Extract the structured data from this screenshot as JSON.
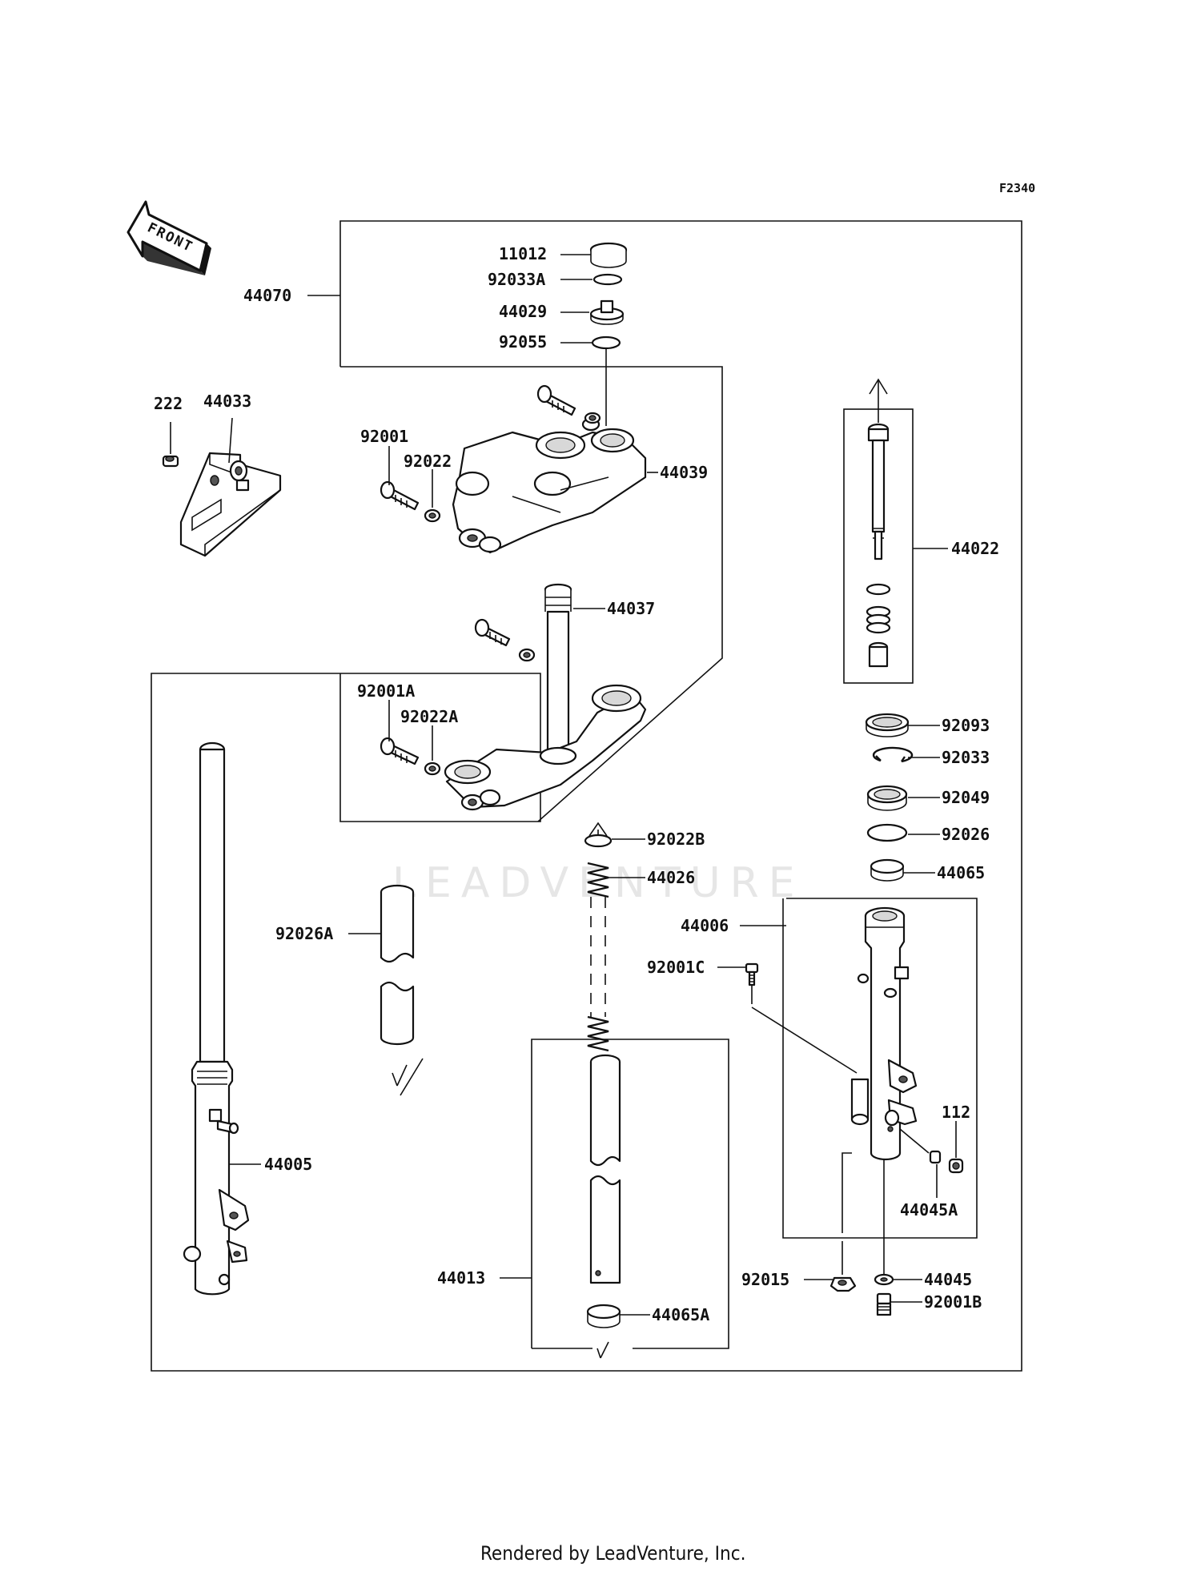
{
  "figure_code": "F2340",
  "front_arrow_label": "FRONT",
  "watermark": "LEADVENTURE",
  "footer": "Rendered by LeadVenture, Inc.",
  "labels": {
    "p11012": "11012",
    "p92033A": "92033A",
    "p44029": "44029",
    "p92055": "92055",
    "p44070": "44070",
    "p222": "222",
    "p44033": "44033",
    "p92001": "92001",
    "p92022": "92022",
    "p44039": "44039",
    "p44022": "44022",
    "p44037": "44037",
    "p92001A": "92001A",
    "p92022A": "92022A",
    "p92093": "92093",
    "p92033": "92033",
    "p92049": "92049",
    "p92026": "92026",
    "p44065": "44065",
    "p92022B": "92022B",
    "p44026": "44026",
    "p44006": "44006",
    "p92026A": "92026A",
    "p92001C": "92001C",
    "p112": "112",
    "p44005": "44005",
    "p44045A": "44045A",
    "p44013": "44013",
    "p92015": "92015",
    "p44045": "44045",
    "p92001B": "92001B",
    "p44065A": "44065A"
  }
}
